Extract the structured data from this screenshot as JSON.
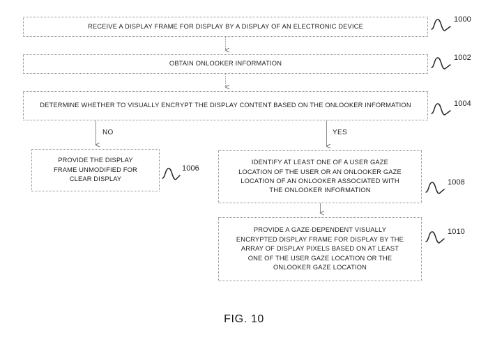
{
  "figure": {
    "caption": "FIG. 10",
    "type": "patent-flowchart"
  },
  "nodes": [
    {
      "ref": "1000",
      "text": "RECEIVE A DISPLAY FRAME FOR DISPLAY BY A DISPLAY OF AN ELECTRONIC DEVICE"
    },
    {
      "ref": "1002",
      "text": "OBTAIN ONLOOKER INFORMATION"
    },
    {
      "ref": "1004",
      "text": "DETERMINE WHETHER TO VISUALLY ENCRYPT THE DISPLAY CONTENT BASED ON THE ONLOOKER INFORMATION"
    },
    {
      "ref": "1006",
      "text": "PROVIDE THE DISPLAY\nFRAME UNMODIFIED FOR\nCLEAR DISPLAY"
    },
    {
      "ref": "1008",
      "text": "IDENTIFY AT LEAST ONE OF A USER GAZE\nLOCATION OF THE USER OR AN ONLOOKER GAZE\nLOCATION OF AN ONLOOKER ASSOCIATED WITH\nTHE ONLOOKER INFORMATION"
    },
    {
      "ref": "1010",
      "text": "PROVIDE A GAZE-DEPENDENT VISUALLY\nENCRYPTED DISPLAY FRAME FOR DISPLAY BY THE\nARRAY OF DISPLAY PIXELS BASED ON AT LEAST\nONE OF THE USER GAZE LOCATION OR THE\nONLOOKER GAZE LOCATION"
    }
  ],
  "branches": {
    "no_label": "NO",
    "yes_label": "YES"
  },
  "colors": {
    "box_border": "#8a8a8a",
    "text": "#1a1a1a",
    "connector": "#6f6f6f",
    "background": "#ffffff"
  }
}
